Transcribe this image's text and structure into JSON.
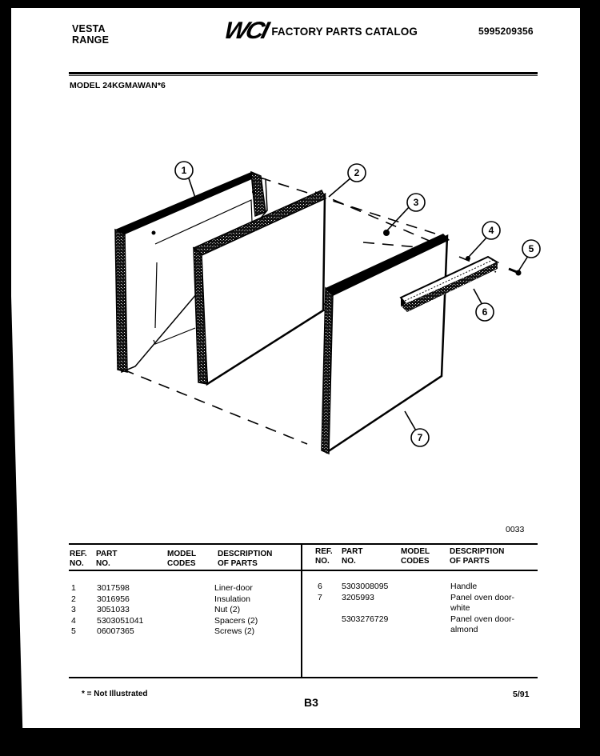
{
  "header": {
    "brand_line1": "VESTA",
    "brand_line2": "RANGE",
    "logo": "WCI",
    "catalog_title": "FACTORY PARTS CATALOG",
    "catalog_number": "5995209356",
    "model_label": "MODEL 24KGMAWAN*6"
  },
  "diagram": {
    "figure_code": "0033",
    "callouts": [
      "1",
      "2",
      "3",
      "4",
      "5",
      "6",
      "7"
    ]
  },
  "table": {
    "columns": {
      "ref_line1": "REF.",
      "ref_line2": "NO.",
      "part_line1": "PART",
      "part_line2": "NO.",
      "model_line1": "MODEL",
      "model_line2": "CODES",
      "desc_line1": "DESCRIPTION",
      "desc_line2": "OF PARTS"
    },
    "left_rows": [
      {
        "ref": "1",
        "part": "3017598",
        "codes": "",
        "desc": "Liner-door"
      },
      {
        "ref": "2",
        "part": "3016956",
        "codes": "",
        "desc": "Insulation"
      },
      {
        "ref": "3",
        "part": "3051033",
        "codes": "",
        "desc": "Nut (2)"
      },
      {
        "ref": "4",
        "part": "5303051041",
        "codes": "",
        "desc": "Spacers (2)"
      },
      {
        "ref": "5",
        "part": "06007365",
        "codes": "",
        "desc": "Screws (2)"
      }
    ],
    "right_rows": [
      {
        "ref": "6",
        "part": "5303008095",
        "codes": "",
        "desc": "Handle",
        "desc2": ""
      },
      {
        "ref": "7",
        "part": "3205993",
        "codes": "",
        "desc": "Panel oven door-",
        "desc2": "white"
      },
      {
        "ref": "",
        "part": "5303276729",
        "codes": "",
        "desc": "Panel oven door-",
        "desc2": "almond"
      }
    ]
  },
  "footer": {
    "footnote": "* = Not Illustrated",
    "page_code": "B3",
    "date": "5/91"
  }
}
